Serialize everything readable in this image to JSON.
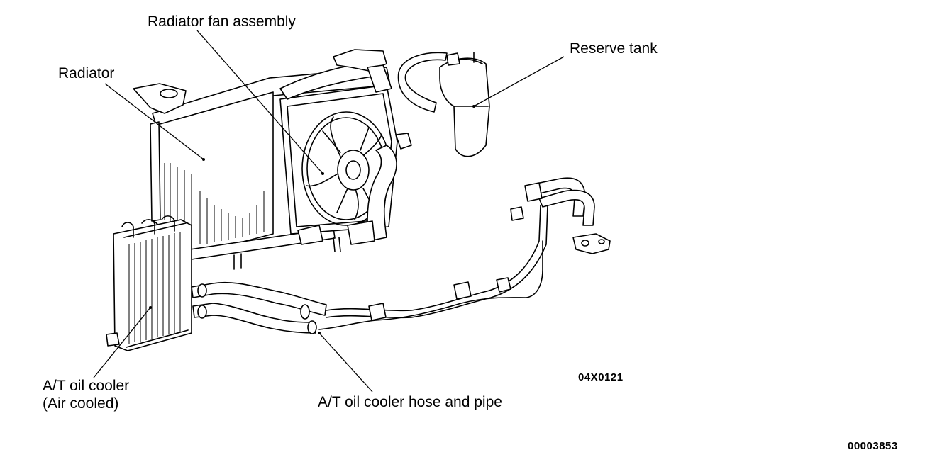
{
  "labels": {
    "radiator": "Radiator",
    "radiator_fan_assembly": "Radiator fan assembly",
    "reserve_tank": "Reserve tank",
    "oil_cooler_line1": "A/T oil cooler",
    "oil_cooler_line2": "(Air cooled)",
    "hose_and_pipe": "A/T oil cooler hose and pipe"
  },
  "figure_code": "04X0121",
  "document_code": "00003853"
}
